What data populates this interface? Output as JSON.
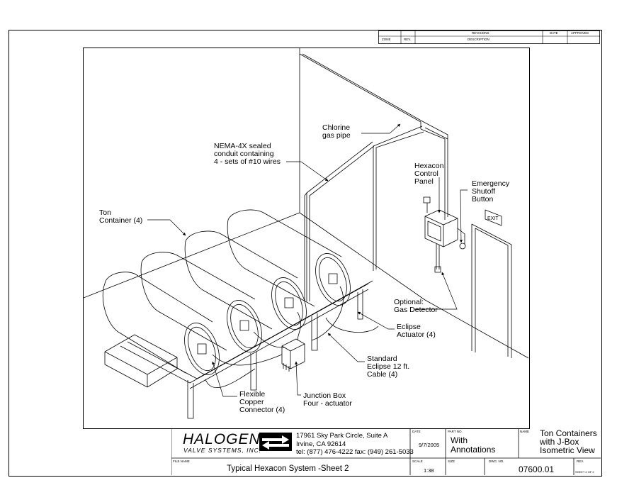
{
  "revisions": {
    "zone": "ZONE",
    "rev": "REV.",
    "title": "REVISIONS",
    "description": "DESCRIPTION",
    "date": "DATE",
    "approved": "APPROVED"
  },
  "callouts": {
    "chlorine_pipe": "Chlorine\ngas pipe",
    "nema_conduit": "NEMA-4X sealed\nconduit containing\n4 - sets of #10 wires",
    "hexacon_panel": "Hexacon\nControl\nPanel",
    "emergency_shutoff": "Emergency\nShutoff\nButton",
    "ton_container": "Ton\nContainer (4)",
    "gas_detector": "Optional:\nGas Detector",
    "eclipse_actuator": "Eclipse\nActuator (4)",
    "standard_cable": "Standard\nEclipse 12 ft.\nCable (4)",
    "flexible_connector": "Flexible\nCopper\nConnector (4)",
    "junction_box": "Junction Box\nFour - actuator",
    "exit_sign": "EXIT"
  },
  "title_block": {
    "logo_main": "HALOGEN",
    "logo_sub": "VALVE SYSTEMS, INC.",
    "address_line1": "17961 Sky Park Circle, Suite A",
    "address_line2": "Irvine, CA  92614",
    "address_line3": "tel: (877) 476-4222 fax: (949) 261-5033",
    "date_label": "DATE",
    "date_value": "9/7/2005",
    "part_label": "PART NO.",
    "part_value": "With\nAnnotations",
    "name_label": "NAME",
    "name_value": "Ton Containers\nwith J-Box\nIsometric View",
    "file_label": "FILE NAME",
    "file_value": "Typical Hexacon System -Sheet 2",
    "scale_label": "SCALE",
    "scale_value": "1:38",
    "size_label": "SIZE",
    "dwg_label": "DWG. NO.",
    "dwg_value": "07600.01",
    "rev_label": "REV.",
    "sheet": "SHEET 2 OF 2"
  }
}
